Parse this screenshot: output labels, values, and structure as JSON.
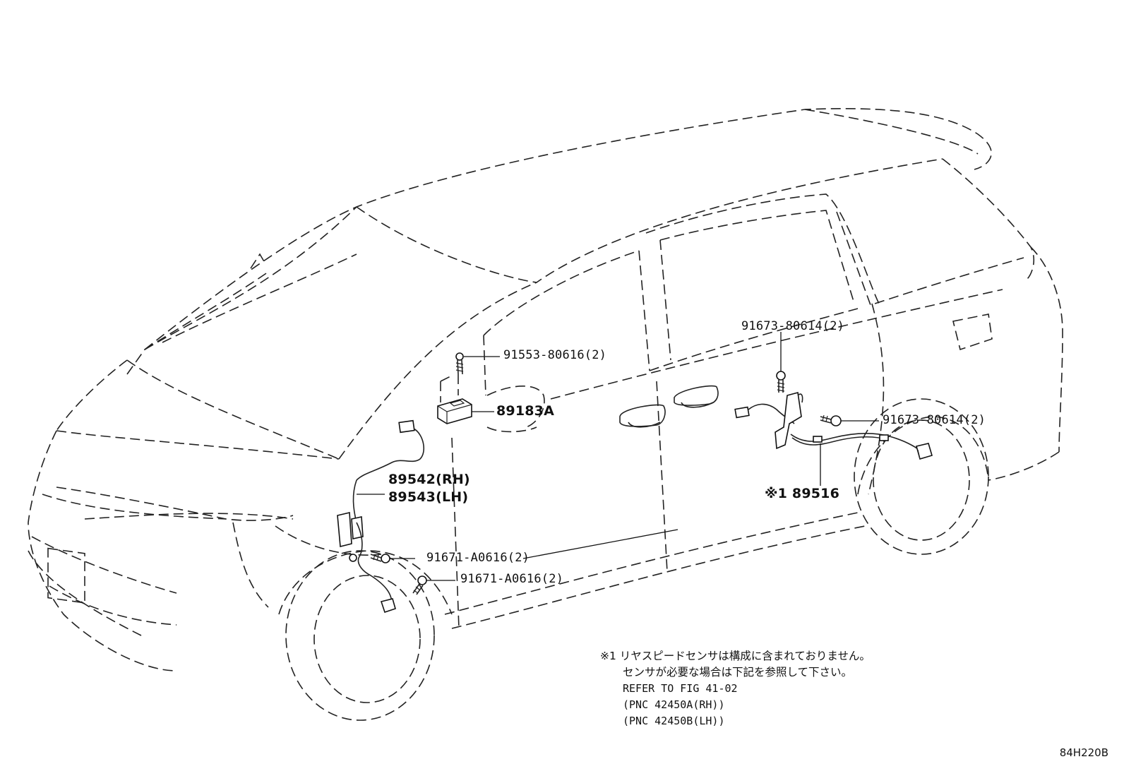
{
  "labels": {
    "bolt_front_sensor": "91553-80616(2)",
    "sensor_89183A": "89183A",
    "front_sensor_rh": "89542(RH)",
    "front_sensor_lh": "89543(LH)",
    "bolt_front_a": "91671-A0616(2)",
    "bolt_front_b": "91671-A0616(2)",
    "bolt_rear_a": "91673-80614(2)",
    "bolt_rear_b": "91673-80614(2)",
    "rear_sensor": "※1 89516"
  },
  "note": {
    "line1": "※1 リヤスピードセンサは構成に含まれておりません。",
    "line2": "センサが必要な場合は下記を参照して下さい。",
    "line3": "REFER TO FIG 41-02",
    "line4": "(PNC 42450A(RH))",
    "line5": "(PNC 42450B(LH))"
  },
  "figure_id": "84H220B"
}
